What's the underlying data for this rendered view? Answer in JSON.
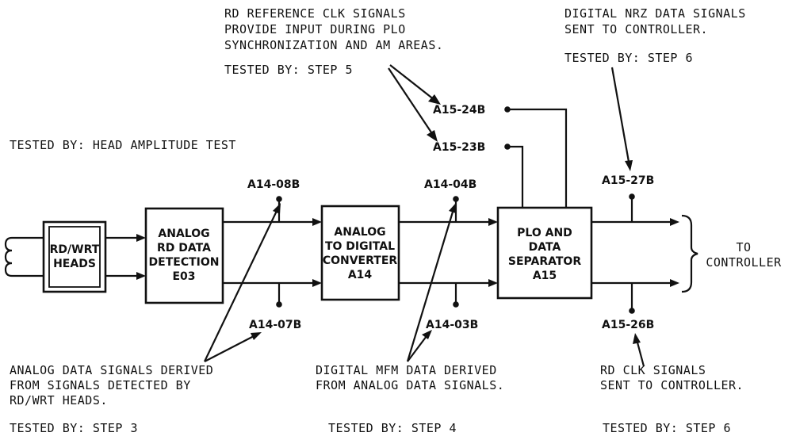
{
  "notes": {
    "rd_ref_clk": [
      "RD REFERENCE CLK SIGNALS",
      "PROVIDE INPUT DURING PLO",
      "SYNCHRONIZATION AND AM AREAS."
    ],
    "rd_ref_tested": "TESTED BY: STEP 5",
    "nrz": [
      "DIGITAL NRZ DATA SIGNALS",
      "SENT TO CONTROLLER."
    ],
    "nrz_tested": "TESTED BY: STEP 6",
    "head_tested": "TESTED BY: HEAD AMPLITUDE TEST",
    "analog_signals": [
      "ANALOG DATA SIGNALS DERIVED",
      "FROM SIGNALS DETECTED BY",
      "RD/WRT HEADS."
    ],
    "analog_tested": "TESTED BY: STEP 3",
    "mfm": [
      "DIGITAL MFM DATA DERIVED",
      "FROM ANALOG DATA SIGNALS."
    ],
    "mfm_tested": "TESTED BY: STEP 4",
    "rd_clk": [
      "RD CLK SIGNALS",
      "SENT TO CONTROLLER."
    ],
    "rd_clk_tested": "TESTED BY: STEP 6"
  },
  "blocks": {
    "heads": [
      "RD/WRT",
      "HEADS"
    ],
    "detection": [
      "ANALOG",
      "RD DATA",
      "DETECTION",
      "E03"
    ],
    "converter": [
      "ANALOG",
      "TO DIGITAL",
      "CONVERTER",
      "A14"
    ],
    "separator": [
      "PLO AND",
      "DATA",
      "SEPARATOR",
      "A15"
    ]
  },
  "test_points": {
    "a14_08b": "A14-08B",
    "a14_07b": "A14-07B",
    "a14_04b": "A14-04B",
    "a14_03b": "A14-03B",
    "a15_24b": "A15-24B",
    "a15_23b": "A15-23B",
    "a15_27b": "A15-27B",
    "a15_26b": "A15-26B"
  },
  "output": {
    "to": "TO",
    "controller": "CONTROLLER"
  }
}
